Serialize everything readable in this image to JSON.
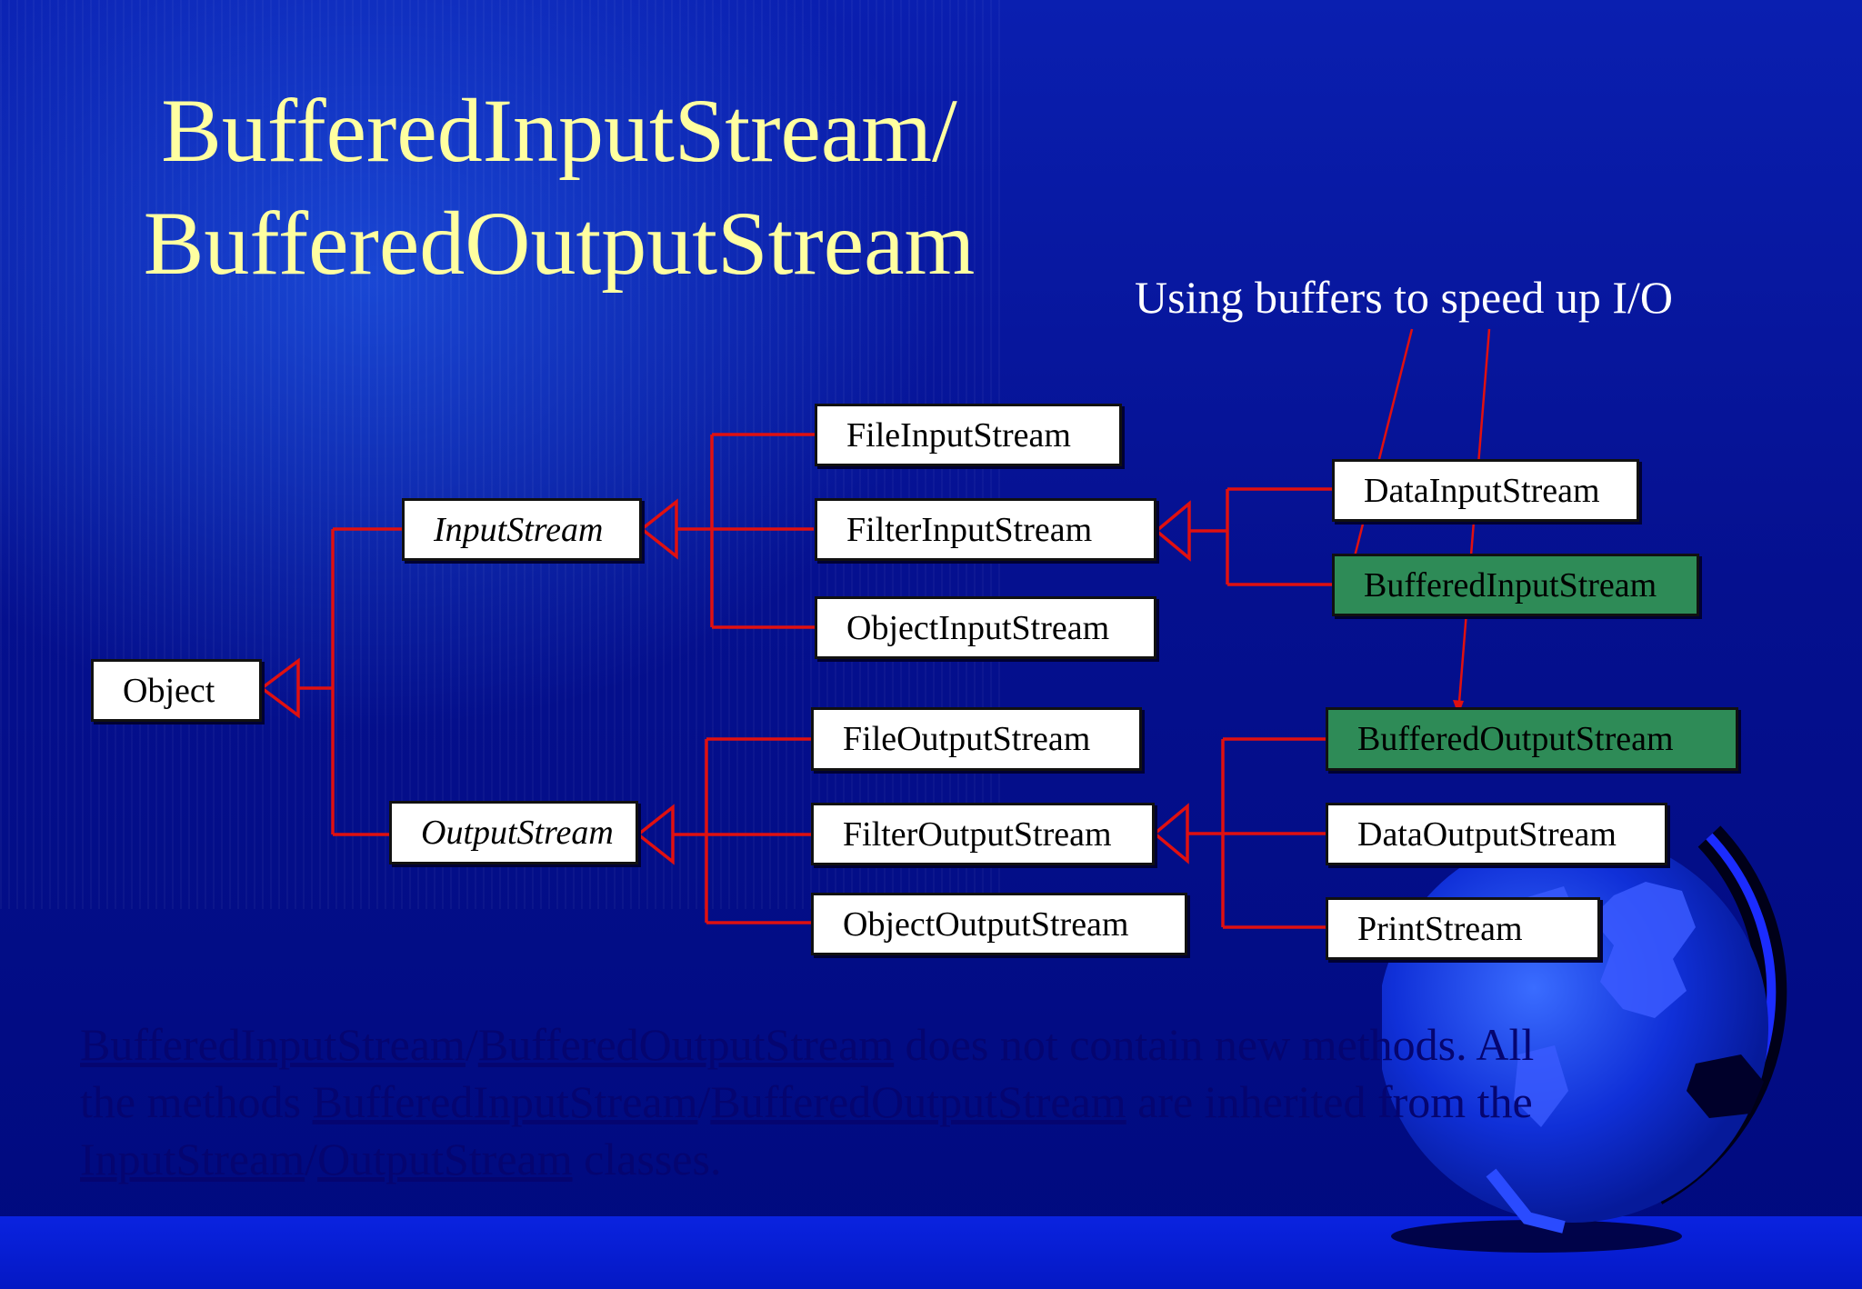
{
  "title": {
    "line1": "BufferedInputStream/",
    "line2": "BufferedOutputStream"
  },
  "caption": "Using buffers to speed up I/O",
  "nodes": {
    "object": "Object",
    "input_stream": "InputStream",
    "output_stream": "OutputStream",
    "file_input_stream": "FileInputStream",
    "filter_input_stream": "FilterInputStream",
    "object_input_stream": "ObjectInputStream",
    "data_input_stream": "DataInputStream",
    "buffered_input_stream": "BufferedInputStream",
    "file_output_stream": "FileOutputStream",
    "filter_output_stream": "FilterOutputStream",
    "object_output_stream": "ObjectOutputStream",
    "buffered_output_stream": "BufferedOutputStream",
    "data_output_stream": "DataOutputStream",
    "print_stream": "PrintStream"
  },
  "footer": {
    "l1_a": "BufferedInputStream",
    "slash": "/",
    "l1_b": "BufferedOutputStream",
    "l1_rest": " does not contain new methods. All",
    "l2_start": "the methods ",
    "l2_a": "BufferedInputStream",
    "l2_b": "BufferedOutputStream",
    "l2_rest": " are inherited from the",
    "l3_a": "InputStream",
    "l3_b": "OutputStream",
    "l3_rest": " classes."
  },
  "colors": {
    "background": "#05108f",
    "title": "#ffffa0",
    "connector": "#e01010",
    "highlight_box": "#2e8b57",
    "footer_text": "#050570"
  }
}
